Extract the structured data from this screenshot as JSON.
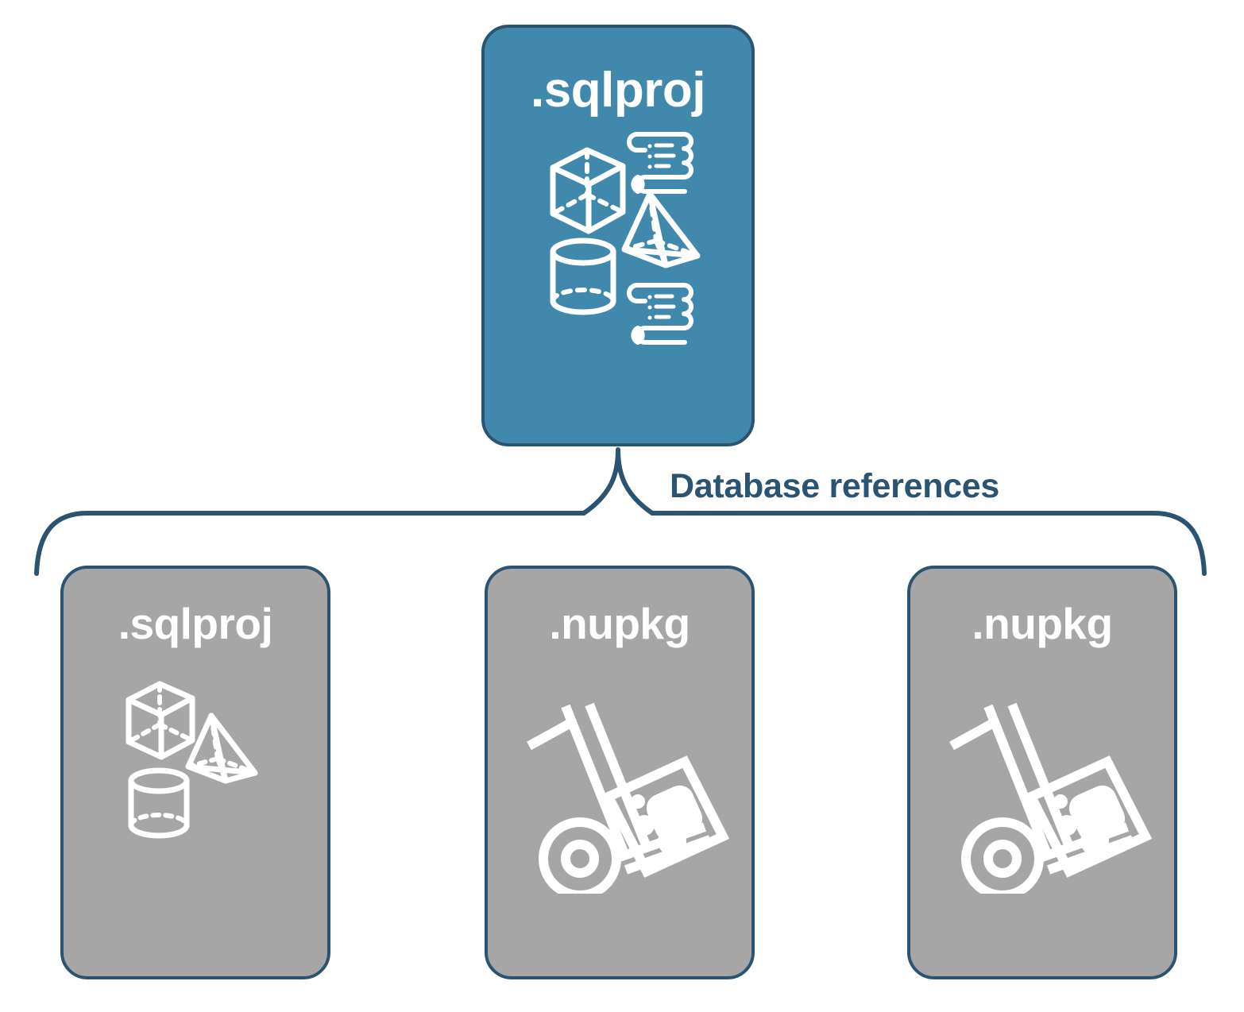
{
  "diagram": {
    "title": "Database references",
    "colors": {
      "primary_fill": "#4189AC",
      "secondary_fill": "#A6A6A6",
      "stroke": "#2B5472",
      "icon": "#FFFFFF",
      "background": "#FFFFFF"
    },
    "root": {
      "label": ".sqlproj",
      "kind": "sqlproj",
      "icons": [
        "cube-icon",
        "script-scroll-icon",
        "pyramid-icon",
        "cylinder-icon",
        "script-scroll-icon"
      ]
    },
    "connector": {
      "label": "Database references",
      "type": "curly-brace",
      "direction": "one-to-many"
    },
    "references": [
      {
        "label": ".sqlproj",
        "kind": "sqlproj",
        "icons": [
          "cube-icon",
          "pyramid-icon",
          "cylinder-icon"
        ]
      },
      {
        "label": ".nupkg",
        "kind": "nupkg",
        "icons": [
          "hand-truck-package-icon"
        ]
      },
      {
        "label": ".nupkg",
        "kind": "nupkg",
        "icons": [
          "hand-truck-package-icon"
        ]
      }
    ]
  }
}
